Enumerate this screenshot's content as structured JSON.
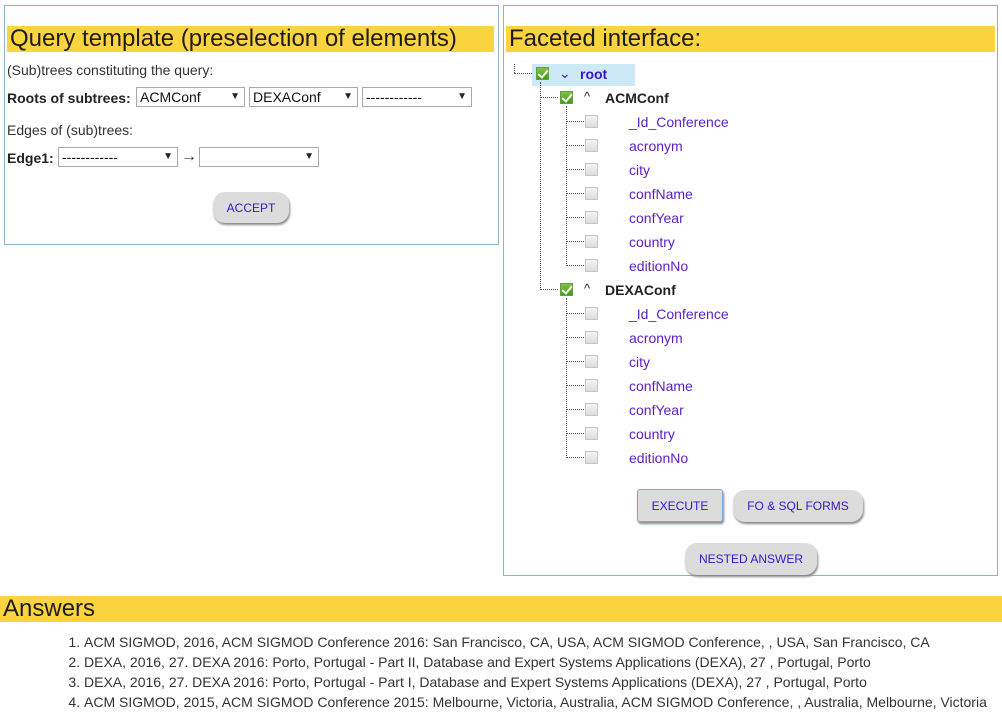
{
  "query_panel": {
    "title": "Query template (preselection of elements)",
    "subtrees_label": "(Sub)trees constituting the query:",
    "roots_label": "Roots of subtrees:",
    "root_selects": [
      "ACMConf",
      "DEXAConf",
      "------------"
    ],
    "edges_label": "Edges of (sub)trees:",
    "edge1_label": "Edge1:",
    "edge1_from": "------------",
    "edge_arrow": "→",
    "edge1_to": "",
    "accept_button": "ACCEPT"
  },
  "facet_panel": {
    "title": "Faceted interface:",
    "root": {
      "label": "root",
      "checked": true,
      "icon": "chevron-down-icon"
    },
    "groups": [
      {
        "label": "ACMConf",
        "checked": true,
        "icon": "chevron-up-icon",
        "fields": [
          "_Id_Conference",
          "acronym",
          "city",
          "confName",
          "confYear",
          "country",
          "editionNo"
        ]
      },
      {
        "label": "DEXAConf",
        "checked": true,
        "icon": "chevron-up-icon",
        "fields": [
          "_Id_Conference",
          "acronym",
          "city",
          "confName",
          "confYear",
          "country",
          "editionNo"
        ]
      }
    ],
    "execute_button": "EXECUTE",
    "forms_button": "FO & SQL FORMS",
    "nested_button": "NESTED ANSWER"
  },
  "answers": {
    "title": "Answers",
    "items": [
      "ACM SIGMOD, 2016, ACM SIGMOD Conference 2016: San Francisco, CA, USA, ACM SIGMOD Conference, , USA, San Francisco, CA",
      "DEXA, 2016, 27. DEXA 2016: Porto, Portugal - Part II, Database and Expert Systems Applications (DEXA), 27 , Portugal, Porto",
      "DEXA, 2016, 27. DEXA 2016: Porto, Portugal - Part I, Database and Expert Systems Applications (DEXA), 27 , Portugal, Porto",
      "ACM SIGMOD, 2015, ACM SIGMOD Conference 2015: Melbourne, Victoria, Australia, ACM SIGMOD Conference, , Australia, Melbourne, Victoria"
    ]
  },
  "colors": {
    "heading_bg": "#fcd440",
    "link": "#5a1fc7",
    "button_text": "#3a16c9",
    "panel_border": "#8fb3c4"
  }
}
